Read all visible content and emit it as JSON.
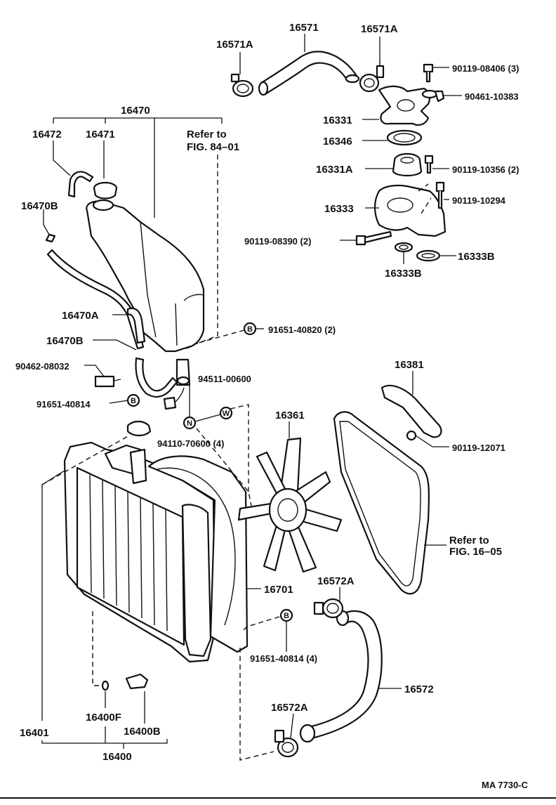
{
  "diagram": {
    "code": "MA 7730-C",
    "labels": {
      "p16571": "16571",
      "p16571A_left": "16571A",
      "p16571A_right": "16571A",
      "p90119_08406": "90119-08406 (3)",
      "p90461_10383": "90461-10383",
      "p16331": "16331",
      "p16346": "16346",
      "p16331A": "16331A",
      "p90119_10356": "90119-10356 (2)",
      "p90119_10294": "90119-10294",
      "p16333": "16333",
      "p90119_08390": "90119-08390 (2)",
      "p16333B_right": "16333B",
      "p16333B_bottom": "16333B",
      "p16470": "16470",
      "p16472": "16472",
      "p16471": "16471",
      "refer84_line1": "Refer to",
      "refer84_line2": "FIG. 84–01",
      "p16470B_top": "16470B",
      "p16470A": "16470A",
      "p16470B_mid": "16470B",
      "p91651_40820": "91651-40820 (2)",
      "p90462_08032": "90462-08032",
      "p94511_00600": "94511-00600",
      "p91651_40814_left": "91651-40814",
      "p94110_70600": "94110-70600 (4)",
      "p16361": "16361",
      "p16381": "16381",
      "p90119_12071": "90119-12071",
      "refer16_line1": "Refer to",
      "refer16_line2": "FIG. 16–05",
      "p16701": "16701",
      "p16572A_top": "16572A",
      "p91651_40814_right": "91651-40814 (4)",
      "p16572": "16572",
      "p16572A_bottom": "16572A",
      "p16401": "16401",
      "p16400F": "16400F",
      "p16400B": "16400B",
      "p16400": "16400"
    },
    "symbols": {
      "bolt_B": "B",
      "nut_N": "N",
      "washer_W": "W"
    }
  }
}
